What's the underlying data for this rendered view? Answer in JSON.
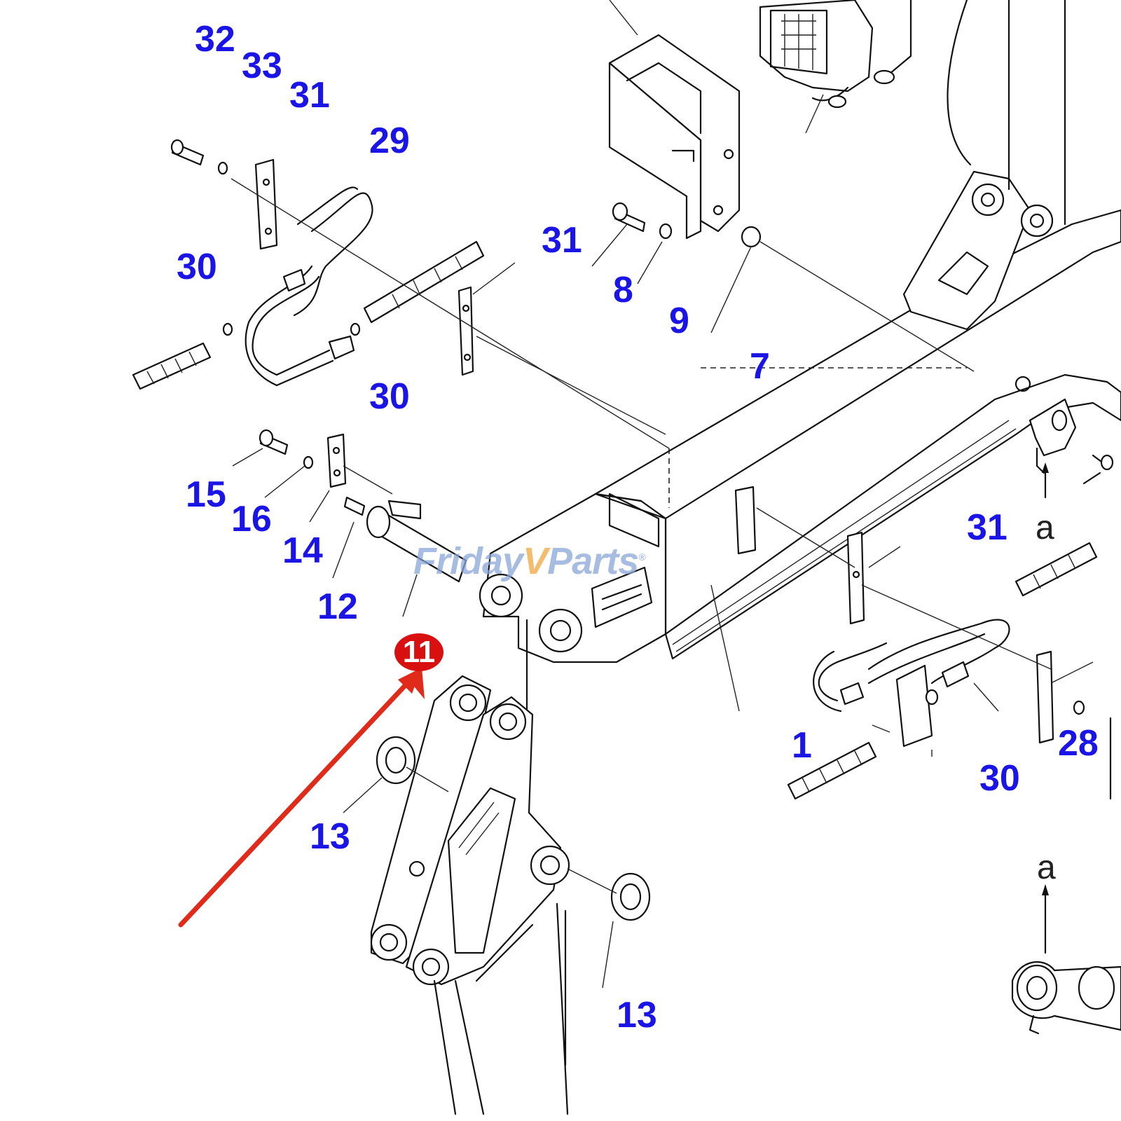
{
  "watermark": {
    "brand_left": "Friday",
    "brand_mid": "V",
    "brand_right": "Parts",
    "mark": "®"
  },
  "highlight": {
    "part_number": "11",
    "marker_color": "#d81010",
    "arrow_color": "#e02a1a"
  },
  "label_color": "#1a14e6",
  "callouts": {
    "c32": "32",
    "c33": "33",
    "c31_top": "31",
    "c29": "29",
    "c30_left": "30",
    "c30_mid": "30",
    "c31_center": "31",
    "c8": "8",
    "c9": "9",
    "c7": "7",
    "c15": "15",
    "c16": "16",
    "c14": "14",
    "c12": "12",
    "c13_left": "13",
    "c13_bottom": "13",
    "c31_right": "31",
    "c1": "1",
    "c30_right": "30",
    "c28": "28"
  },
  "view_markers": {
    "upper": "a",
    "lower": "a"
  }
}
